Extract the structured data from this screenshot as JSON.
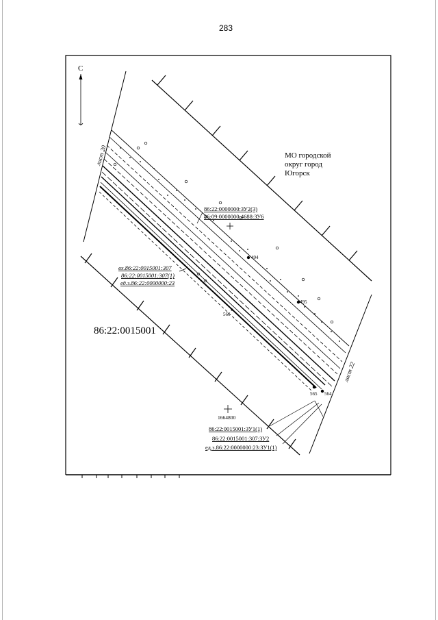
{
  "page": {
    "number": "283"
  },
  "map": {
    "north_label": "С",
    "region_label_lines": [
      "МО городской",
      "округ город",
      "Югорск"
    ],
    "sheet_left": "лист 20",
    "sheet_right": "лист 22",
    "parcel_upper_1": "86:22:0000000:ЗУ2(3)",
    "parcel_upper_2": "86:09:0000000:4688:ЗУ6",
    "parcel_left_1": "вх.86:22:0015001:307",
    "parcel_left_2": "86:22:0015001:307(1)",
    "parcel_left_3": "ед.з.86:22:0000000:23",
    "quarter": "86:22:0015001",
    "coord": "1664800",
    "parcel_lower_1": "86:22:0015001:ЗУ1(1)",
    "parcel_lower_2": "86:22:0015001:307:ЗУ2",
    "parcel_lower_3": "ед.з.86:22:0000000:23:ЗУ1(1)",
    "points": {
      "p494": "494",
      "p495": "495",
      "p566": "566",
      "p565": "565",
      "p564": "564"
    }
  }
}
